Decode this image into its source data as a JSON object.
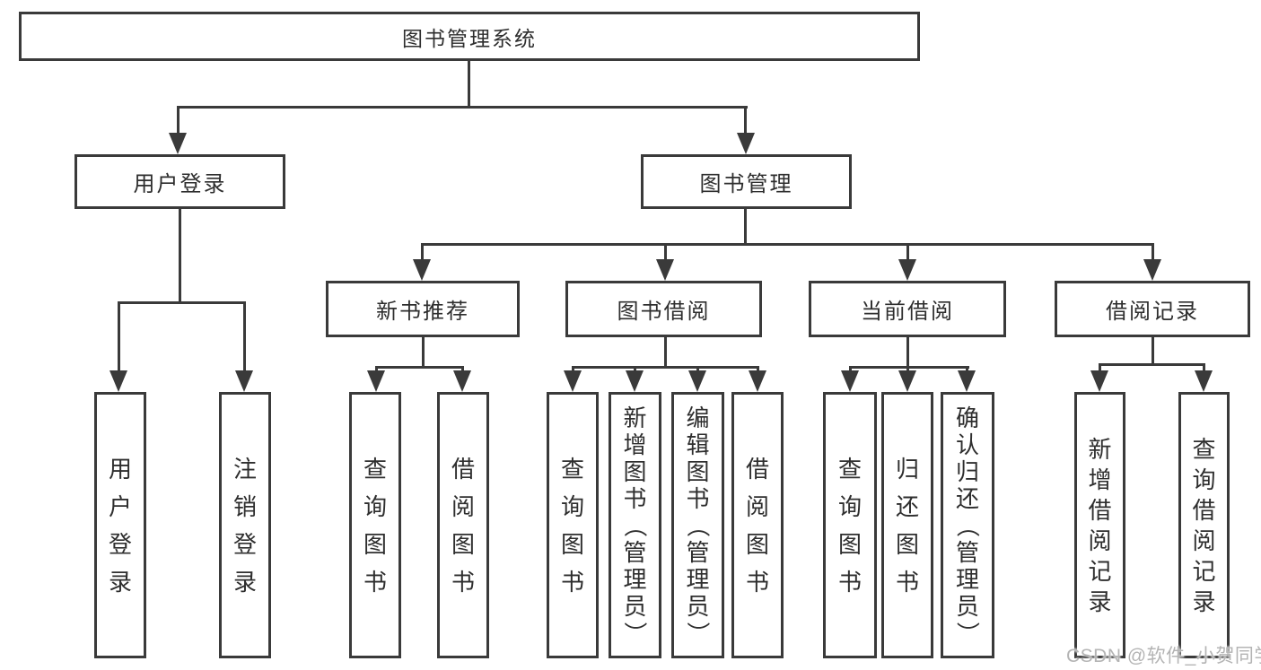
{
  "nodes": {
    "root": "图书管理系统",
    "branches": [
      "用户登录",
      "图书管理"
    ],
    "modules": [
      "新书推荐",
      "图书借阅",
      "当前借阅",
      "借阅记录"
    ],
    "leaves": [
      "用户登录",
      "注销登录",
      "查询图书",
      "借阅图书",
      "查询图书",
      "新增图书（管理员）",
      "编辑图书（管理员）",
      "借阅图书",
      "查询图书",
      "归还图书",
      "确认归还（管理员）",
      "新增借阅记录",
      "查询借阅记录"
    ]
  },
  "watermark": "CSDN @软件_小贺同学",
  "colors": {
    "line": "#3a3a3a",
    "text": "#2e2e2e",
    "watermark": "#b4b4b4",
    "background": "#ffffff"
  }
}
